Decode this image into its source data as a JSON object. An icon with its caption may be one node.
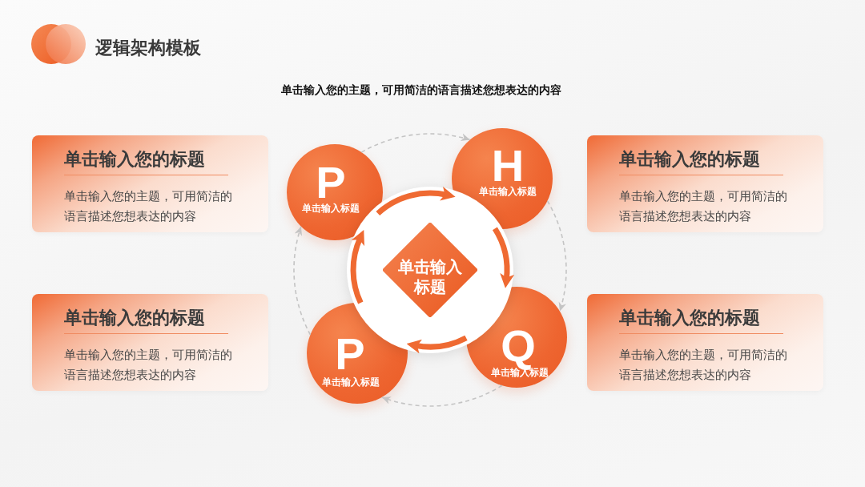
{
  "diagram": {
    "title": "逻辑架构模板",
    "nodes": [
      {
        "text": [
          "单击输入您的标题",
          "单击输入您的主题，可用简洁的语言描述您想表达的内容"
        ]
      },
      {
        "text": [
          "P",
          "单击输入标题"
        ]
      },
      {
        "text": [
          "H",
          "单击输入标题"
        ]
      },
      {
        "text": [
          "单击输入您的标题",
          "单击输入您的主题，可用简洁的语言描述您想表达的内容"
        ]
      },
      {
        "text": [
          "单击输入标题"
        ]
      },
      {
        "text": [
          "单击输入您的标题",
          "单击输入您的主题，可用简洁的语言描述您想表达的内容"
        ]
      },
      {
        "text": [
          "P",
          "单击输入标题"
        ]
      },
      {
        "text": [
          "Q",
          "单击输入标题"
        ]
      },
      {
        "text": [
          "单击输入您的标题",
          "单击输入您的主题，可用简洁的语言描述您想表达的内容"
        ]
      }
    ],
    "edges": [
      {
        "from": 1,
        "to": 2,
        "arrow": "to",
        "style": "thick",
        "color": "#ef6a32"
      },
      {
        "from": 2,
        "to": 7,
        "arrow": "to",
        "style": "thick",
        "color": "#ef6a32"
      },
      {
        "from": 7,
        "to": 6,
        "arrow": "to",
        "style": "thick",
        "color": "#ef6a32"
      },
      {
        "from": 6,
        "to": 1,
        "arrow": "to",
        "style": "thick",
        "color": "#ef6a32"
      },
      {
        "from": 1,
        "to": 2,
        "arrow": "to",
        "style": "dashed",
        "color": "#c4c4c4"
      },
      {
        "from": 2,
        "to": 7,
        "arrow": "to",
        "style": "dashed",
        "color": "#c4c4c4"
      },
      {
        "from": 7,
        "to": 6,
        "arrow": "to",
        "style": "dashed",
        "color": "#c4c4c4"
      },
      {
        "from": 6,
        "to": 1,
        "arrow": "to",
        "style": "dashed",
        "color": "#c4c4c4"
      }
    ],
    "labels": [
      "单击输入您的主题，可用简洁的语言描述您想表达的内容"
    ]
  }
}
